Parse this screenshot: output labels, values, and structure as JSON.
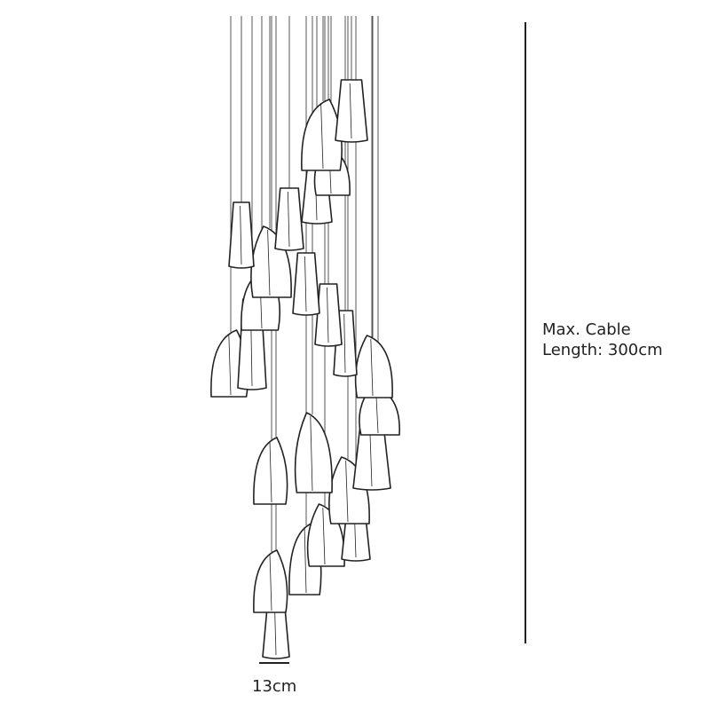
{
  "diagram": {
    "subject": "pendant chandelier cluster",
    "cable_label_line1": "Max. Cable",
    "cable_label_line2": "Length: 300cm",
    "width_label": "13cm",
    "line_color": "#222222",
    "fill_color": "#ffffff"
  }
}
